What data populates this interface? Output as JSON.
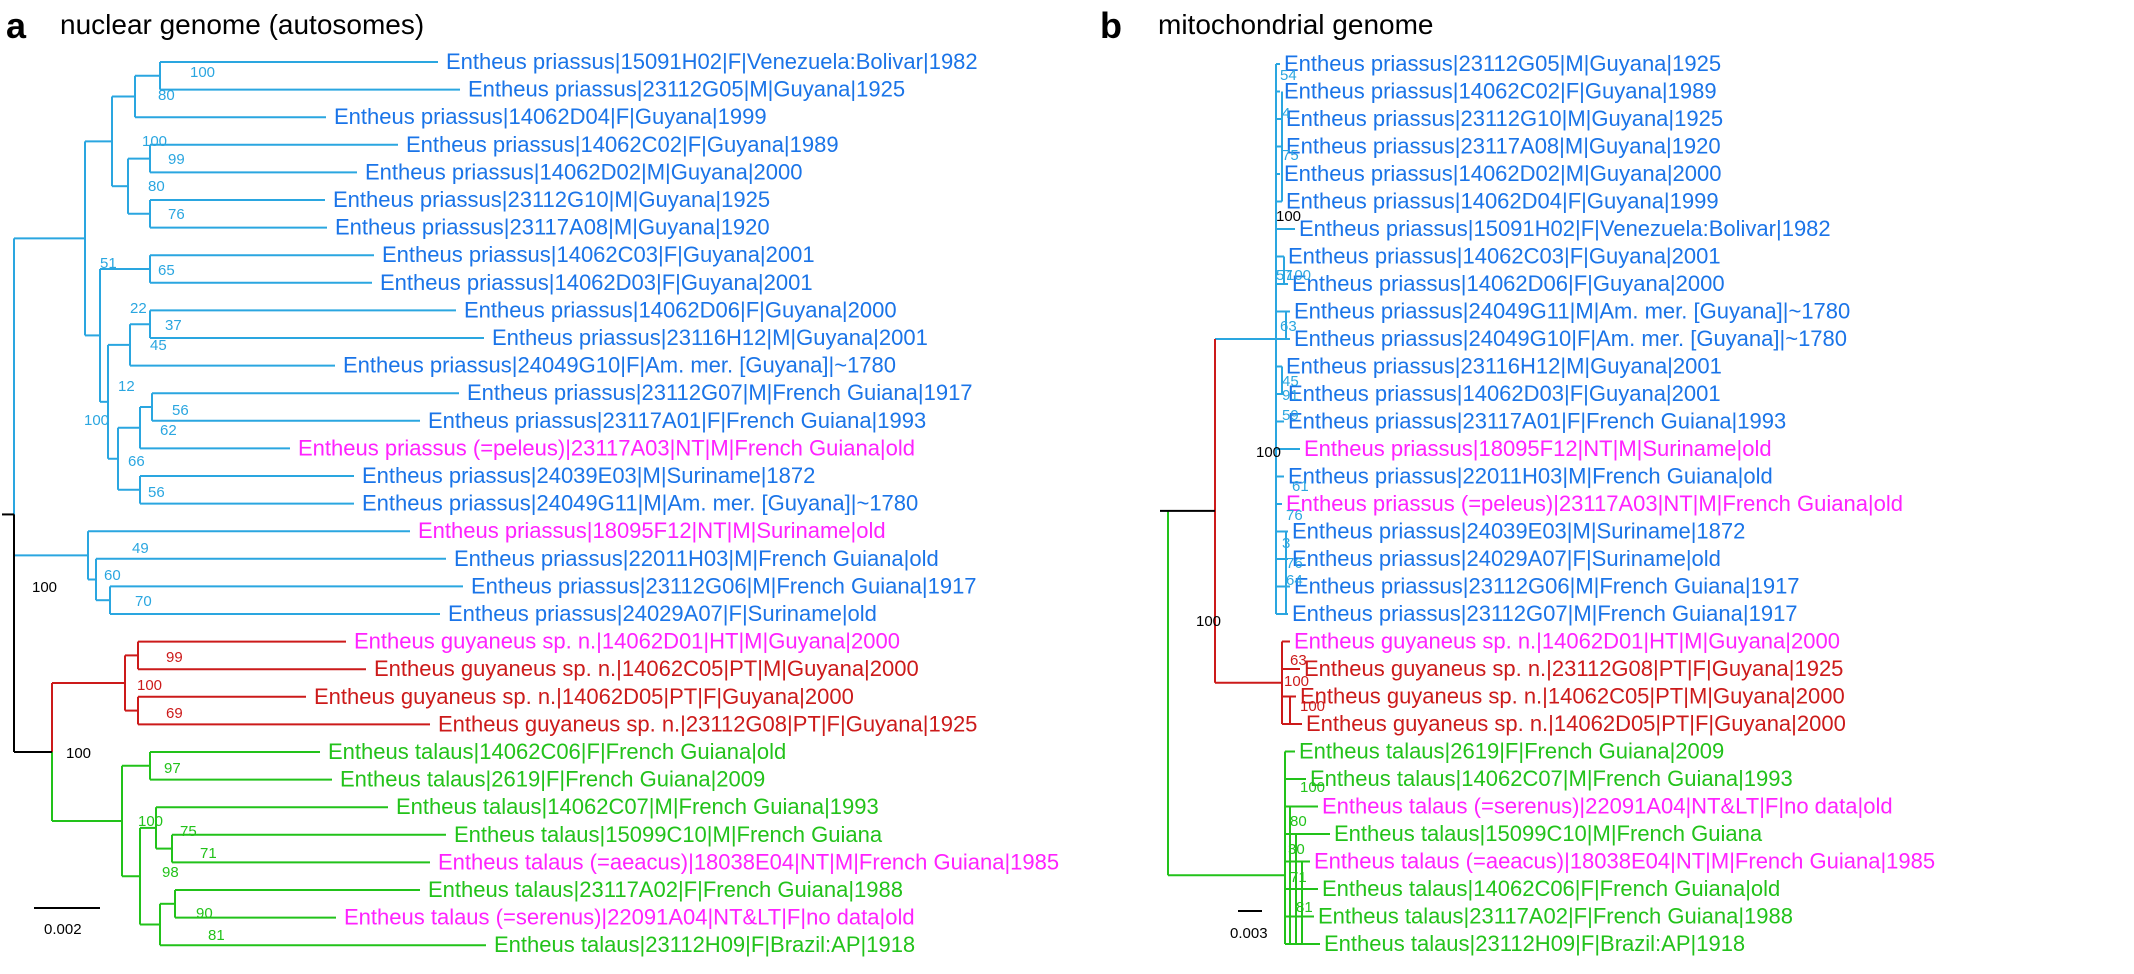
{
  "colors": {
    "priassus": "#1a74e8",
    "priassus_branch": "#2aa6e0",
    "guyaneus": "#cc1a1a",
    "talaus": "#22c21a",
    "type": "#ff22ff",
    "root": "#000000"
  },
  "panels": [
    {
      "letter": "a",
      "title": "nuclear genome (autosomes)",
      "scale_label": "0.002",
      "leaves": [
        {
          "label": "Entheus priassus|15091H02|F|Venezuela:Bolivar|1982",
          "c": "priassus"
        },
        {
          "label": "Entheus priassus|23112G05|M|Guyana|1925",
          "c": "priassus"
        },
        {
          "label": "Entheus priassus|14062D04|F|Guyana|1999",
          "c": "priassus"
        },
        {
          "label": "Entheus priassus|14062C02|F|Guyana|1989",
          "c": "priassus"
        },
        {
          "label": "Entheus priassus|14062D02|M|Guyana|2000",
          "c": "priassus"
        },
        {
          "label": "Entheus priassus|23112G10|M|Guyana|1925",
          "c": "priassus"
        },
        {
          "label": "Entheus priassus|23117A08|M|Guyana|1920",
          "c": "priassus"
        },
        {
          "label": "Entheus priassus|14062C03|F|Guyana|2001",
          "c": "priassus"
        },
        {
          "label": "Entheus priassus|14062D03|F|Guyana|2001",
          "c": "priassus"
        },
        {
          "label": "Entheus priassus|14062D06|F|Guyana|2000",
          "c": "priassus"
        },
        {
          "label": "Entheus priassus|23116H12|M|Guyana|2001",
          "c": "priassus"
        },
        {
          "label": "Entheus priassus|24049G10|F|Am. mer. [Guyana]|~1780",
          "c": "priassus"
        },
        {
          "label": "Entheus priassus|23112G07|M|French Guiana|1917",
          "c": "priassus"
        },
        {
          "label": "Entheus priassus|23117A01|F|French Guiana|1993",
          "c": "priassus"
        },
        {
          "label": "Entheus priassus (=peleus)|23117A03|NT|M|French Guiana|old",
          "c": "type"
        },
        {
          "label": "Entheus priassus|24039E03|M|Suriname|1872",
          "c": "priassus"
        },
        {
          "label": "Entheus priassus|24049G11|M|Am. mer. [Guyana]|~1780",
          "c": "priassus"
        },
        {
          "label": "Entheus priassus|18095F12|NT|M|Suriname|old",
          "c": "type"
        },
        {
          "label": "Entheus priassus|22011H03|M|French Guiana|old",
          "c": "priassus"
        },
        {
          "label": "Entheus priassus|23112G06|M|French Guiana|1917",
          "c": "priassus"
        },
        {
          "label": "Entheus priassus|24029A07|F|Suriname|old",
          "c": "priassus"
        },
        {
          "label": "Entheus guyaneus sp. n.|14062D01|HT|M|Guyana|2000",
          "c": "type"
        },
        {
          "label": "Entheus guyaneus sp. n.|14062C05|PT|M|Guyana|2000",
          "c": "guyaneus"
        },
        {
          "label": "Entheus guyaneus sp. n.|14062D05|PT|F|Guyana|2000",
          "c": "guyaneus"
        },
        {
          "label": "Entheus guyaneus sp. n.|23112G08|PT|F|Guyana|1925",
          "c": "guyaneus"
        },
        {
          "label": "Entheus talaus|14062C06|F|French Guiana|old",
          "c": "talaus"
        },
        {
          "label": "Entheus talaus|2619|F|French Guiana|2009",
          "c": "talaus"
        },
        {
          "label": "Entheus talaus|14062C07|M|French Guiana|1993",
          "c": "talaus"
        },
        {
          "label": "Entheus talaus|15099C10|M|French Guiana",
          "c": "talaus"
        },
        {
          "label": "Entheus talaus (=aeacus)|18038E04|NT|M|French Guiana|1985",
          "c": "type"
        },
        {
          "label": "Entheus talaus|23117A02|F|French Guiana|1988",
          "c": "talaus"
        },
        {
          "label": "Entheus talaus (=serenus)|22091A04|NT&LT|F|no data|old",
          "c": "type"
        },
        {
          "label": "Entheus talaus|23112H09|F|Brazil:AP|1918",
          "c": "talaus"
        }
      ],
      "supports": [
        "100",
        "80",
        "100",
        "99",
        "80",
        "76",
        "51",
        "65",
        "22",
        "37",
        "45",
        "12",
        "100",
        "56",
        "62",
        "66",
        "56",
        "49",
        "60",
        "70",
        "100",
        "99",
        "100",
        "69",
        "100",
        "97",
        "100",
        "75",
        "71",
        "98",
        "90",
        "81"
      ]
    },
    {
      "letter": "b",
      "title": "mitochondrial genome",
      "scale_label": "0.003",
      "leaves": [
        {
          "label": "Entheus priassus|23112G05|M|Guyana|1925",
          "c": "priassus"
        },
        {
          "label": "Entheus priassus|14062C02|F|Guyana|1989",
          "c": "priassus"
        },
        {
          "label": "Entheus priassus|23112G10|M|Guyana|1925",
          "c": "priassus"
        },
        {
          "label": "Entheus priassus|23117A08|M|Guyana|1920",
          "c": "priassus"
        },
        {
          "label": "Entheus priassus|14062D02|M|Guyana|2000",
          "c": "priassus"
        },
        {
          "label": "Entheus priassus|14062D04|F|Guyana|1999",
          "c": "priassus"
        },
        {
          "label": "Entheus priassus|15091H02|F|Venezuela:Bolivar|1982",
          "c": "priassus"
        },
        {
          "label": "Entheus priassus|14062C03|F|Guyana|2001",
          "c": "priassus"
        },
        {
          "label": "Entheus priassus|14062D06|F|Guyana|2000",
          "c": "priassus"
        },
        {
          "label": "Entheus priassus|24049G11|M|Am. mer. [Guyana]|~1780",
          "c": "priassus"
        },
        {
          "label": "Entheus priassus|24049G10|F|Am. mer. [Guyana]|~1780",
          "c": "priassus"
        },
        {
          "label": "Entheus priassus|23116H12|M|Guyana|2001",
          "c": "priassus"
        },
        {
          "label": "Entheus priassus|14062D03|F|Guyana|2001",
          "c": "priassus"
        },
        {
          "label": "Entheus priassus|23117A01|F|French Guiana|1993",
          "c": "priassus"
        },
        {
          "label": "Entheus priassus|18095F12|NT|M|Suriname|old",
          "c": "type"
        },
        {
          "label": "Entheus priassus|22011H03|M|French Guiana|old",
          "c": "priassus"
        },
        {
          "label": "Entheus priassus (=peleus)|23117A03|NT|M|French Guiana|old",
          "c": "type"
        },
        {
          "label": "Entheus priassus|24039E03|M|Suriname|1872",
          "c": "priassus"
        },
        {
          "label": "Entheus priassus|24029A07|F|Suriname|old",
          "c": "priassus"
        },
        {
          "label": "Entheus priassus|23112G06|M|French Guiana|1917",
          "c": "priassus"
        },
        {
          "label": "Entheus priassus|23112G07|M|French Guiana|1917",
          "c": "priassus"
        },
        {
          "label": "Entheus guyaneus sp. n.|14062D01|HT|M|Guyana|2000",
          "c": "type"
        },
        {
          "label": "Entheus guyaneus sp. n.|23112G08|PT|F|Guyana|1925",
          "c": "guyaneus"
        },
        {
          "label": "Entheus guyaneus sp. n.|14062C05|PT|M|Guyana|2000",
          "c": "guyaneus"
        },
        {
          "label": "Entheus guyaneus sp. n.|14062D05|PT|F|Guyana|2000",
          "c": "guyaneus"
        },
        {
          "label": "Entheus talaus|2619|F|French Guiana|2009",
          "c": "talaus"
        },
        {
          "label": "Entheus talaus|14062C07|M|French Guiana|1993",
          "c": "talaus"
        },
        {
          "label": "Entheus talaus (=serenus)|22091A04|NT&LT|F|no data|old",
          "c": "type"
        },
        {
          "label": "Entheus talaus|15099C10|M|French Guiana",
          "c": "talaus"
        },
        {
          "label": "Entheus talaus (=aeacus)|18038E04|NT|M|French Guiana|1985",
          "c": "type"
        },
        {
          "label": "Entheus talaus|14062C06|F|French Guiana|old",
          "c": "talaus"
        },
        {
          "label": "Entheus talaus|23117A02|F|French Guiana|1988",
          "c": "talaus"
        },
        {
          "label": "Entheus talaus|23112H09|F|Brazil:AP|1918",
          "c": "talaus"
        }
      ],
      "supports": [
        "54",
        "4",
        "75",
        "100",
        "57",
        "100",
        "63",
        "45",
        "91",
        "59",
        "100",
        "61",
        "76",
        "3",
        "76",
        "64",
        "100",
        "63",
        "100",
        "100",
        "100",
        "80",
        "30",
        "71",
        "81"
      ]
    }
  ]
}
